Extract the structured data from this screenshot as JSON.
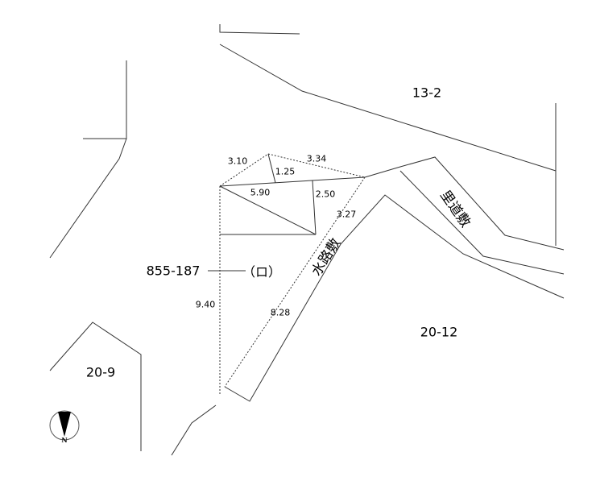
{
  "parcels": {
    "north": "13-2",
    "east": "20-12",
    "southwest": "20-9",
    "subject": "855-187",
    "subject_mark": "（ロ）"
  },
  "roads": {
    "waterway": "水路敷",
    "village_road": "里道敷"
  },
  "dimensions": {
    "d310": "3.10",
    "d334": "3.34",
    "d125": "1.25",
    "d590": "5.90",
    "d250": "2.50",
    "d327": "3.27",
    "d940": "9.40",
    "d828": "8.28"
  },
  "compass": {
    "label": "N"
  }
}
